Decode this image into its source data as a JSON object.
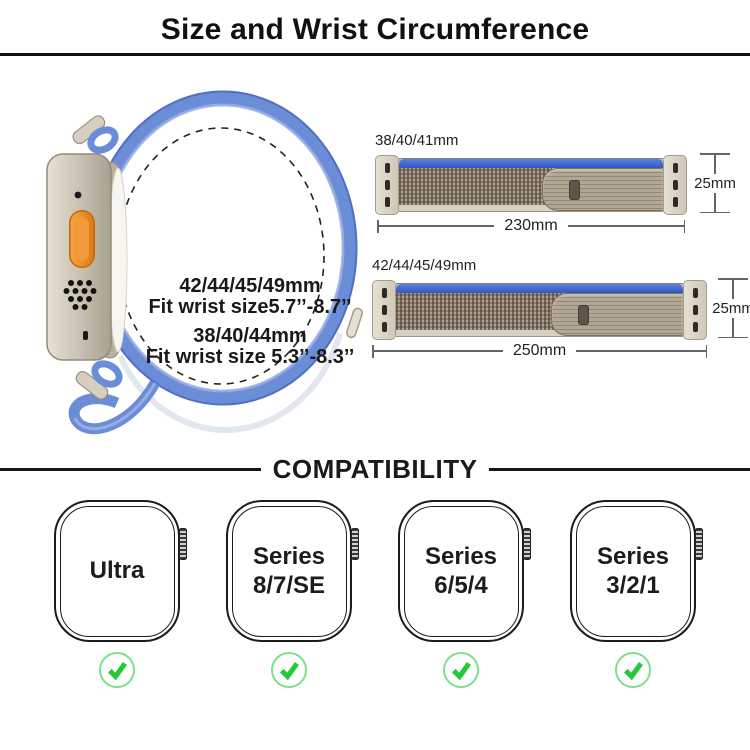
{
  "header": {
    "title": "Size and Wrist Circumference"
  },
  "loop_info": {
    "size_large": "42/44/45/49mm",
    "fit_large": "Fit wrist size5.7’’-8.7’’",
    "size_small": "38/40/44mm",
    "fit_small": "Fit wrist size 5.3’’-8.3’’"
  },
  "bands": [
    {
      "label": "38/40/41mm",
      "band_width": "25mm",
      "band_length": "230mm"
    },
    {
      "label": "42/44/45/49mm",
      "band_width": "25mm",
      "band_length": "250mm"
    }
  ],
  "compatibility": {
    "heading": "COMPATIBILITY",
    "models": [
      {
        "line1": "Ultra",
        "line2": "",
        "compatible": true
      },
      {
        "line1": "Series",
        "line2": "8/7/SE",
        "compatible": true
      },
      {
        "line1": "Series",
        "line2": "6/5/4",
        "compatible": true
      },
      {
        "line1": "Series",
        "line2": "3/2/1",
        "compatible": true
      }
    ]
  },
  "colors": {
    "band_blue": "#6b8dd8",
    "strip_blue": "#3f63cc",
    "titanium_case": "#cfc8b8",
    "action_button_orange": "#ee8a1f",
    "check_green": "#25c838",
    "check_ring_green": "#7ce089",
    "text_black": "#181818"
  }
}
